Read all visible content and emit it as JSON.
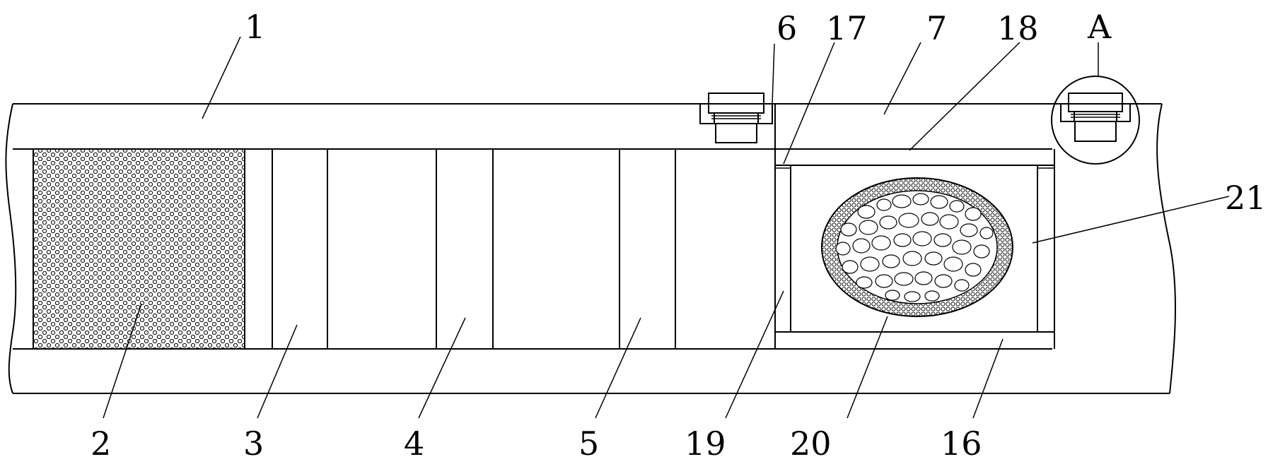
{
  "labels": {
    "l1": "1",
    "l2": "2",
    "l3": "3",
    "l4": "4",
    "l5": "5",
    "l6": "6",
    "l7": "7",
    "l16": "16",
    "l17": "17",
    "l18": "18",
    "l19": "19",
    "l20": "20",
    "l21": "21",
    "lA": "A"
  }
}
